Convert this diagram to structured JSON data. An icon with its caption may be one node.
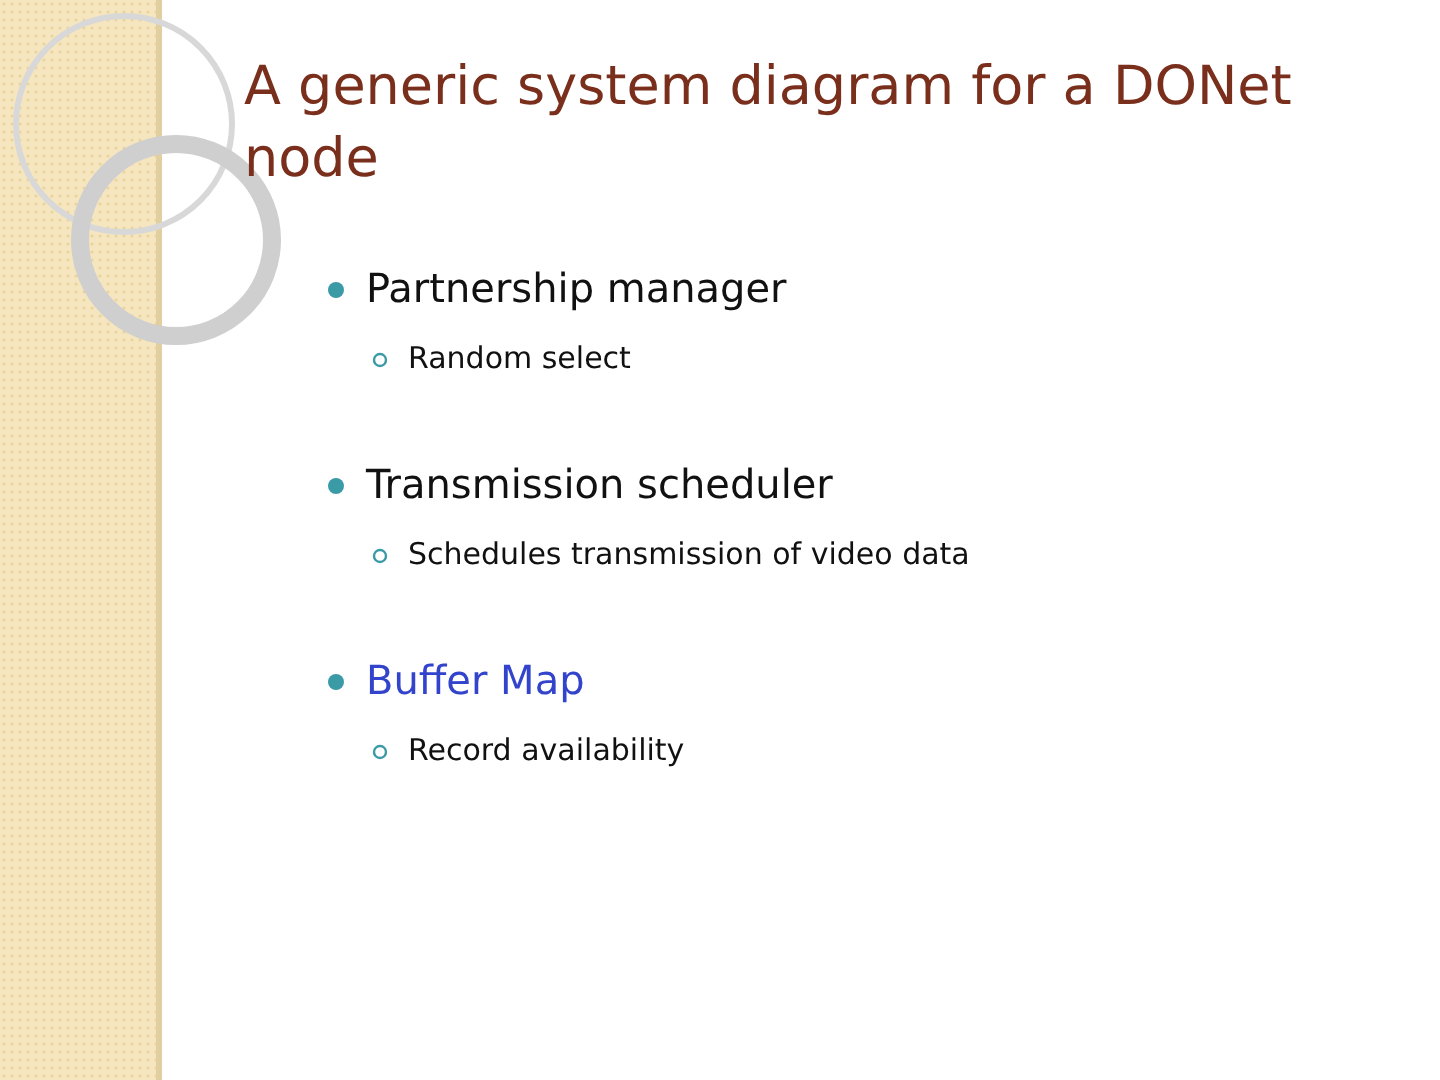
{
  "diagram": {
    "title": "A generic system diagram for a DONet node",
    "labels": [
      "Partnership manager",
      "Random select",
      "Transmission scheduler",
      "Schedules transmission of video data",
      "Buffer Map",
      "Record availability"
    ]
  }
}
